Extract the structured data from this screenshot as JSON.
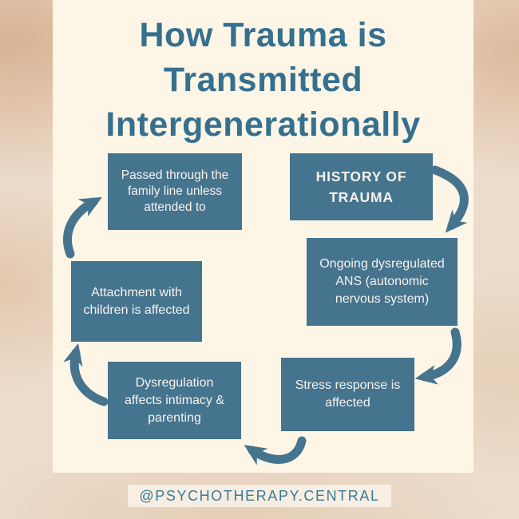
{
  "title": {
    "lines": [
      "How Trauma is",
      "Transmitted",
      "Intergenerationally"
    ]
  },
  "nodes": [
    {
      "id": "history",
      "label": "HISTORY OF TRAUMA"
    },
    {
      "id": "ans",
      "label": "Ongoing dysregulated ANS (autonomic nervous system)"
    },
    {
      "id": "stress",
      "label": "Stress response is affected"
    },
    {
      "id": "dysregulation",
      "label": "Dysregulation affects intimacy & parenting"
    },
    {
      "id": "attachment",
      "label": "Attachment with children is affected"
    },
    {
      "id": "passed",
      "label": "Passed through the family line unless attended to"
    }
  ],
  "arrows": [
    {
      "from": "history",
      "to": "ans"
    },
    {
      "from": "ans",
      "to": "stress"
    },
    {
      "from": "stress",
      "to": "dysregulation"
    },
    {
      "from": "dysregulation",
      "to": "attachment"
    },
    {
      "from": "attachment",
      "to": "passed"
    }
  ],
  "footer": {
    "handle": "@PSYCHOTHERAPY.CENTRAL"
  },
  "colors": {
    "node_teal": "#45748f",
    "title_teal": "#35708f",
    "panel_cream": "#fdf5e5",
    "background_beige": "#ecdccb",
    "node_text": "#f6f3ed",
    "footer_text": "#3a7b94"
  }
}
